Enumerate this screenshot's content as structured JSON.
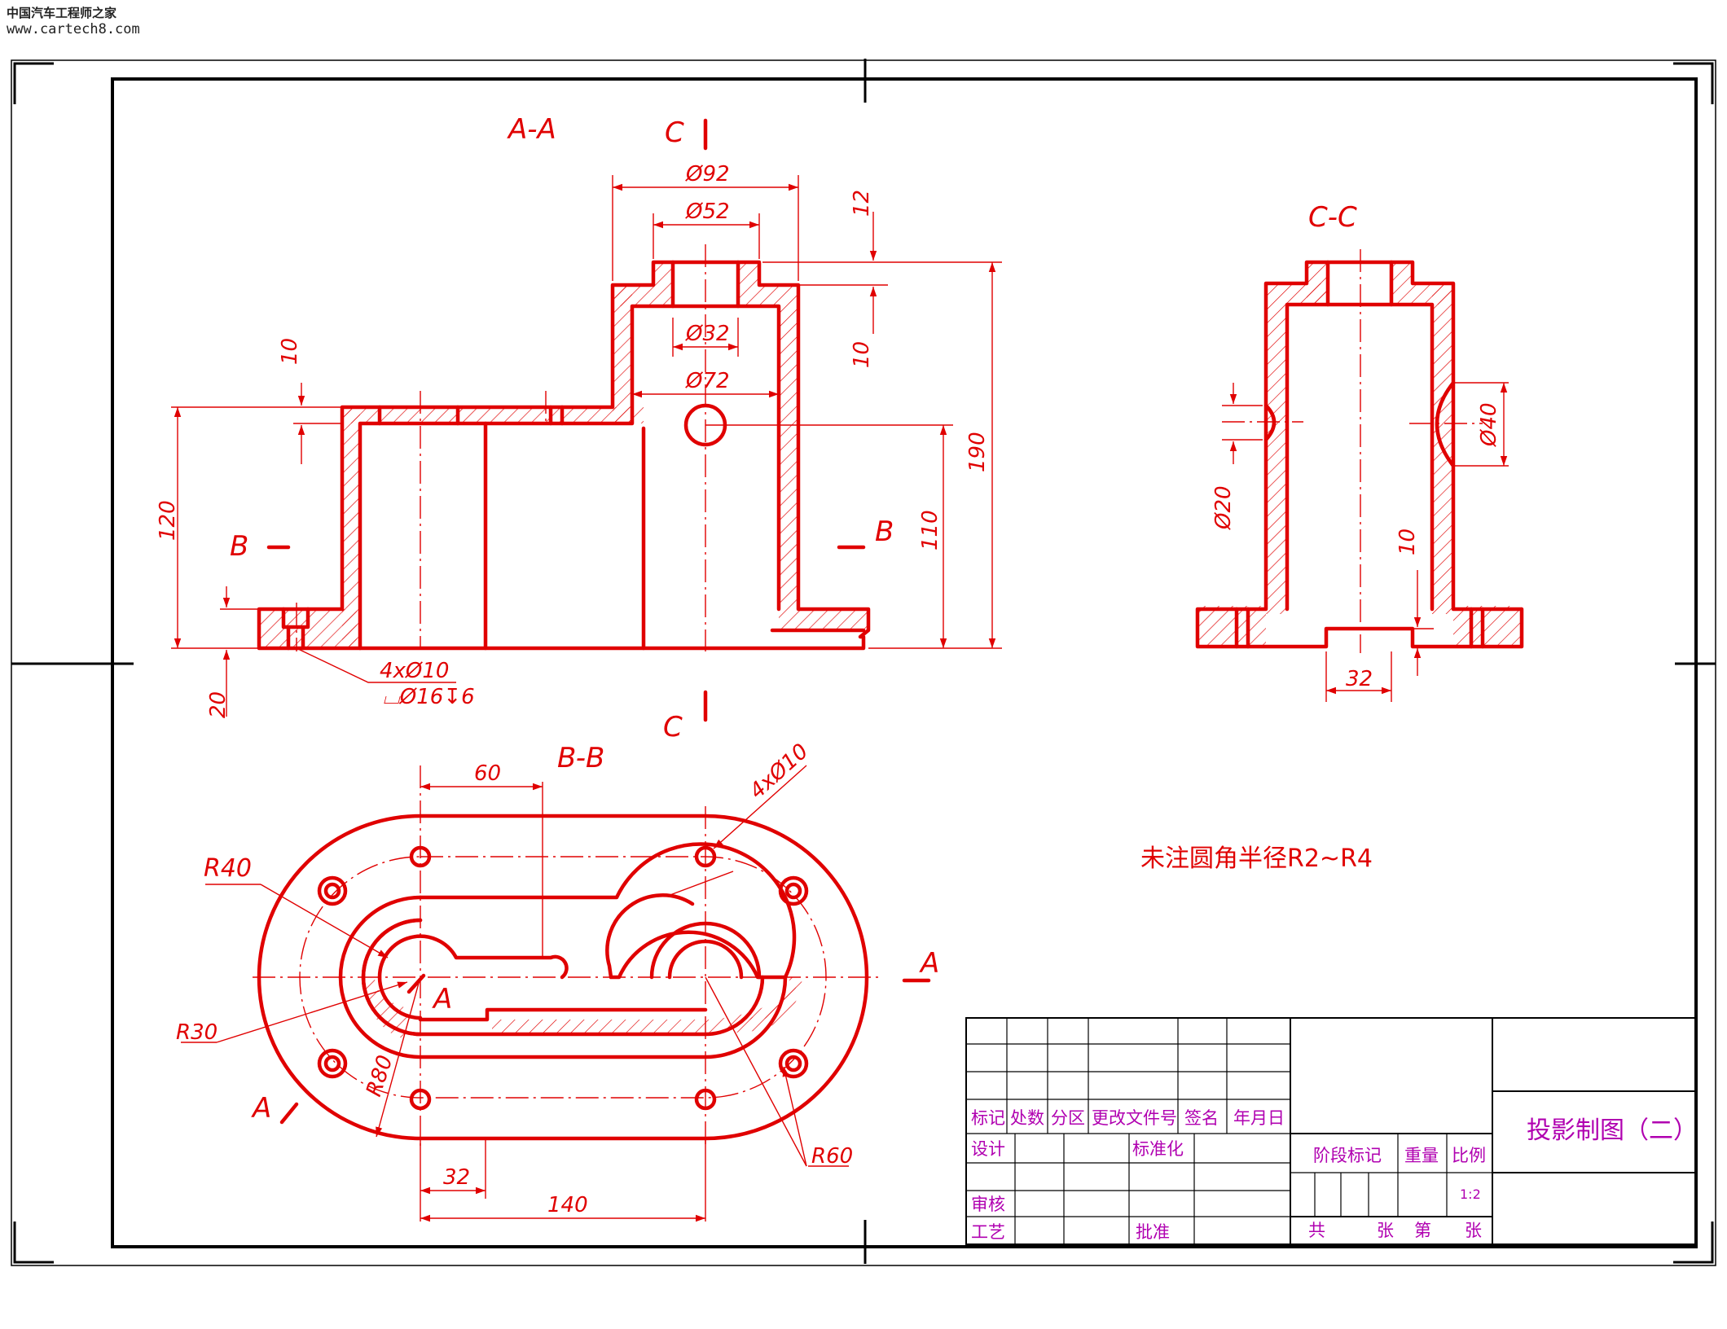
{
  "watermark": {
    "line1": "中国汽车工程师之家",
    "line2": "www.cartech8.com"
  },
  "views": {
    "aa": "A-A",
    "cc": "C-C",
    "bb": "B-B"
  },
  "section_marks": {
    "a": "A",
    "b": "B",
    "c": "C"
  },
  "dims": {
    "d92": "Ø92",
    "d52": "Ø52",
    "d32": "Ø32",
    "d72": "Ø72",
    "v12": "12",
    "v10": "10",
    "v190": "190",
    "v110": "110",
    "v120": "120",
    "v20": "20",
    "holes": "4xØ10",
    "cbore": "⌴Ø16↧6",
    "d40": "Ø40",
    "d20": "Ø20",
    "c32": "32",
    "h60": "60",
    "h32": "32",
    "h140": "140",
    "r40": "R40",
    "r30": "R30",
    "r80": "R80",
    "r60": "R60"
  },
  "note": "未注圆角半径R2~R4",
  "title_block": {
    "h1": "标记",
    "h2": "处数",
    "h3": "分区",
    "h4": "更改文件号",
    "h5": "签名",
    "h6": "年月日",
    "design": "设计",
    "standard": "标准化",
    "review": "审核",
    "process": "工艺",
    "approve": "批准",
    "stage": "阶段标记",
    "weight": "重量",
    "scale_label": "比例",
    "scale": "1:2",
    "total": "共",
    "sheets": "张",
    "sheet_no": "第",
    "sheets2": "张",
    "title": "投影制图（二）"
  },
  "colors": {
    "line": "#e00000",
    "text": "#b000b0",
    "frame": "#000000"
  }
}
